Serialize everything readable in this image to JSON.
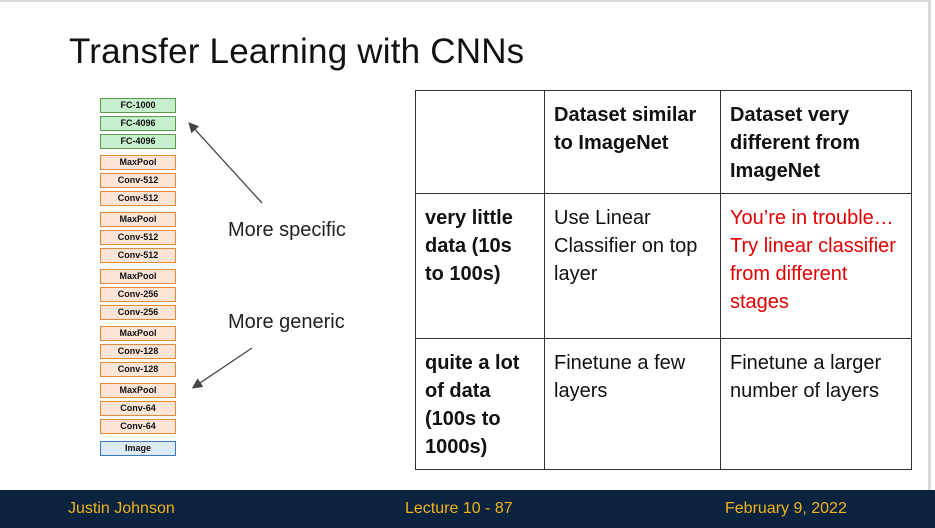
{
  "slide": {
    "title": "Transfer Learning with CNNs"
  },
  "network": {
    "layers": [
      {
        "label": "FC-1000",
        "kind": "fc"
      },
      {
        "label": "FC-4096",
        "kind": "fc"
      },
      {
        "label": "FC-4096",
        "kind": "fc"
      },
      {
        "label": "MaxPool",
        "kind": "conv"
      },
      {
        "label": "Conv-512",
        "kind": "conv"
      },
      {
        "label": "Conv-512",
        "kind": "conv"
      },
      {
        "label": "MaxPool",
        "kind": "conv"
      },
      {
        "label": "Conv-512",
        "kind": "conv"
      },
      {
        "label": "Conv-512",
        "kind": "conv"
      },
      {
        "label": "MaxPool",
        "kind": "conv"
      },
      {
        "label": "Conv-256",
        "kind": "conv"
      },
      {
        "label": "Conv-256",
        "kind": "conv"
      },
      {
        "label": "MaxPool",
        "kind": "conv"
      },
      {
        "label": "Conv-128",
        "kind": "conv"
      },
      {
        "label": "Conv-128",
        "kind": "conv"
      },
      {
        "label": "MaxPool",
        "kind": "conv"
      },
      {
        "label": "Conv-64",
        "kind": "conv"
      },
      {
        "label": "Conv-64",
        "kind": "conv"
      },
      {
        "label": "Image",
        "kind": "image"
      }
    ]
  },
  "annotations": {
    "more_specific": "More specific",
    "more_generic": "More generic"
  },
  "table": {
    "col_headers": [
      "",
      "Dataset similar to ImageNet",
      "Dataset very different from ImageNet"
    ],
    "rows": [
      {
        "header": "very little data (10s to 100s)",
        "similar": "Use Linear Classifier on top layer",
        "different": "You’re in trouble… Try linear classifier from different stages"
      },
      {
        "header": "quite a lot of data (100s to 1000s)",
        "similar": "Finetune a few layers",
        "different": "Finetune a larger number of layers"
      }
    ]
  },
  "footer": {
    "author": "Justin Johnson",
    "lecture": "Lecture 10 - 87",
    "date": "February 9, 2022"
  },
  "colors": {
    "footer_bg": "#0c2340",
    "footer_text": "#f2b318",
    "warning_text": "#e00000"
  }
}
